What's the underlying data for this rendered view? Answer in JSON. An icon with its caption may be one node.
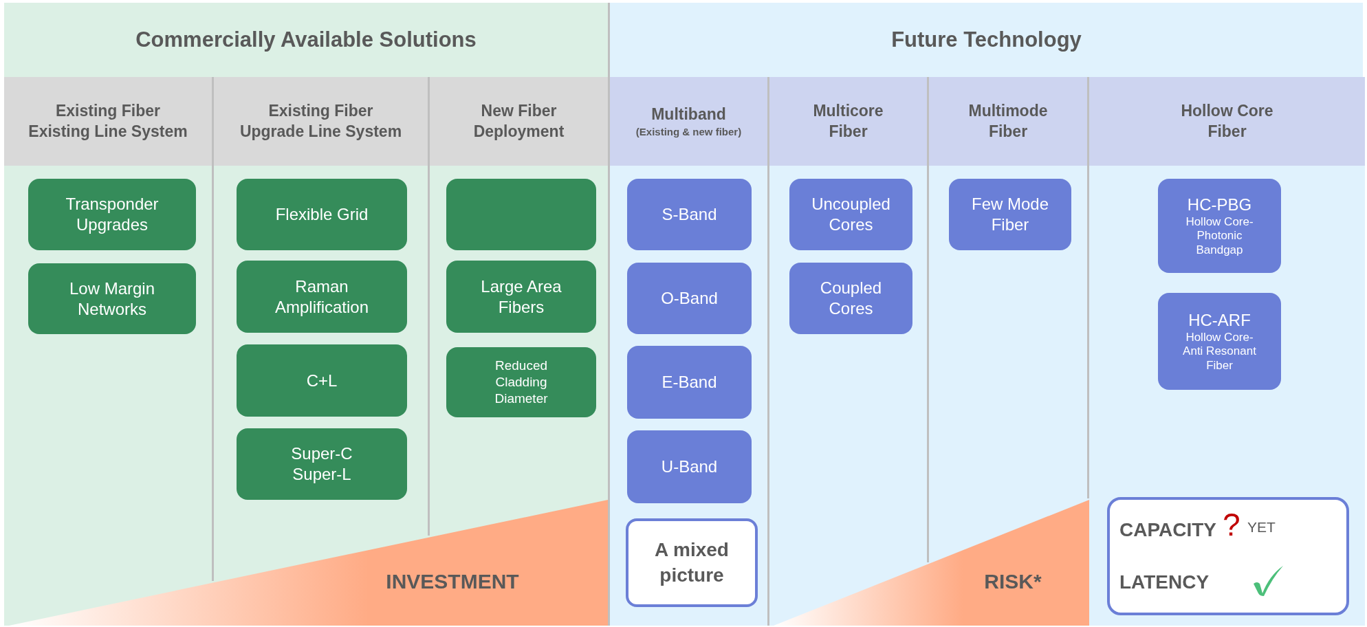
{
  "diagram": {
    "nodes": [
      {
        "text": [
          "Commercially Available Solutions"
        ]
      },
      {
        "text": [
          "Existing Fiber Existing Line System"
        ],
        "in": 0
      },
      {
        "text": [
          "Transponder Upgrades"
        ],
        "in": 1
      },
      {
        "text": [
          "Low Margin Networks"
        ],
        "in": 1
      },
      {
        "text": [
          "Existing Fiber Upgrade Line System"
        ],
        "in": 0
      },
      {
        "text": [
          "Flexible Grid"
        ],
        "in": 4
      },
      {
        "text": [
          "Raman Amplification"
        ],
        "in": 4
      },
      {
        "text": [
          "C+L"
        ],
        "in": 4
      },
      {
        "text": [
          "Super-C Super-L"
        ],
        "in": 4
      },
      {
        "text": [
          "New Fiber Deployment"
        ],
        "in": 0
      },
      {
        "text": [],
        "shape": "box",
        "in": 9
      },
      {
        "text": [
          "Large Area Fibers"
        ],
        "in": 9
      },
      {
        "text": [
          "Reduced Cladding Diameter"
        ],
        "in": 9
      },
      {
        "text": [
          "Future Technology"
        ]
      },
      {
        "text": [
          "Multiband",
          "(Existing & new fiber)"
        ],
        "in": 13
      },
      {
        "text": [
          "S-Band"
        ],
        "in": 14
      },
      {
        "text": [
          "O-Band"
        ],
        "in": 14
      },
      {
        "text": [
          "E-Band"
        ],
        "in": 14
      },
      {
        "text": [
          "U-Band"
        ],
        "in": 14
      },
      {
        "text": [
          "A mixed picture"
        ],
        "in": 14
      },
      {
        "text": [
          "Multicore Fiber"
        ],
        "in": 13
      },
      {
        "text": [
          "Uncoupled Cores"
        ],
        "in": 20
      },
      {
        "text": [
          "Coupled Cores"
        ],
        "in": 20
      },
      {
        "text": [
          "Multimode Fiber"
        ],
        "in": 13
      },
      {
        "text": [
          "Few Mode Fiber"
        ],
        "in": 23
      },
      {
        "text": [
          "Hollow Core Fiber"
        ],
        "in": 13
      },
      {
        "text": [
          "HC-PBG",
          "Hollow Core-Photonic Bandgap"
        ],
        "in": 25
      },
      {
        "text": [
          "HC-ARF",
          "Hollow Core-Anti Resonant Fiber"
        ],
        "in": 25
      },
      {
        "text": [
          "CAPACITY",
          "?",
          "YET",
          "LATENCY"
        ],
        "in": 25
      }
    ],
    "labels": [
      "INVESTMENT",
      "RISK*"
    ]
  }
}
